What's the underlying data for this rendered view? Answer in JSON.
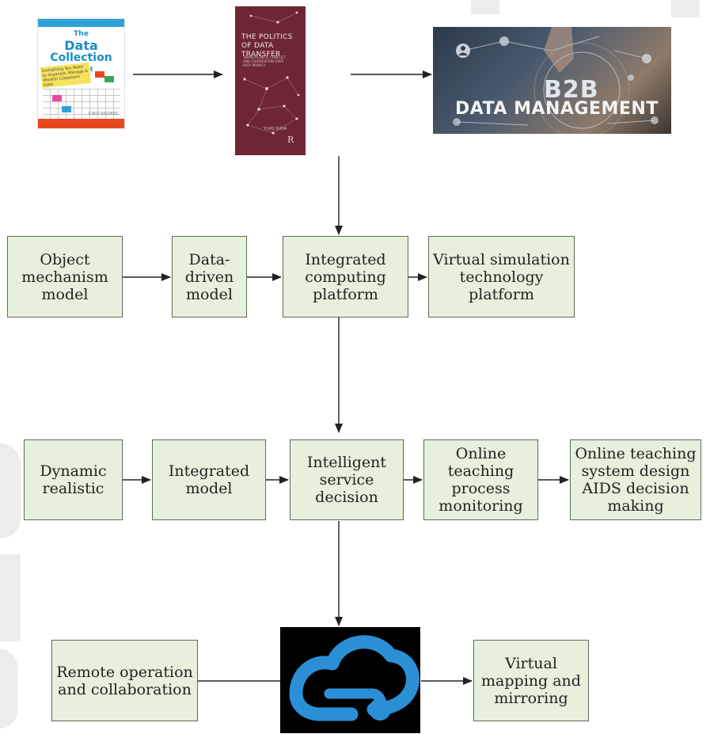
{
  "images": {
    "book1": {
      "title_line1": "The",
      "title_line2": "Data",
      "title_line3": "Collection",
      "title_line4": "Toolkit",
      "sticky_note": "Everything You Need to Organize, Manage & Monitor Classroom Data",
      "author": "CINDI RIGSBEE"
    },
    "book2": {
      "title": "THE POLITICS OF DATA TRANSFER",
      "subtitle": "TRANSATLANTIC CONFLICT AND COOPERATION OVER DATA PRIVACY",
      "author": "YUKO SUDA",
      "publisher_logo": "R"
    },
    "b2b": {
      "badge": "B2B",
      "caption": "DATA MANAGEMENT"
    },
    "azure": {
      "icon": "azure-cloud-icon"
    }
  },
  "boxes": {
    "object_mechanism_model": "Object\nmechanism\nmodel",
    "data_driven_model": "Data-\ndriven\nmodel",
    "integrated_computing_platform": "Integrated\ncomputing\nplatform",
    "virtual_simulation_platform": "Virtual simulation\ntechnology\nplatform",
    "dynamic_realistic": "Dynamic\nrealistic",
    "integrated_model": "Integrated\nmodel",
    "intelligent_service_decision": "Intelligent\nservice\ndecision",
    "online_teaching_monitoring": "Online\nteaching\nprocess\nmonitoring",
    "online_teaching_design": "Online teaching\nsystem design\nAIDS decision\nmaking",
    "remote_operation": "Remote operation\nand collaboration",
    "virtual_mapping": "Virtual\nmapping and\nmirroring"
  },
  "colors": {
    "box_fill": "#e6f0dc",
    "box_border": "#5f6a58",
    "arrow": "#222222",
    "book2_cover": "#6e2633",
    "azure_blue": "#2b8fd6"
  }
}
